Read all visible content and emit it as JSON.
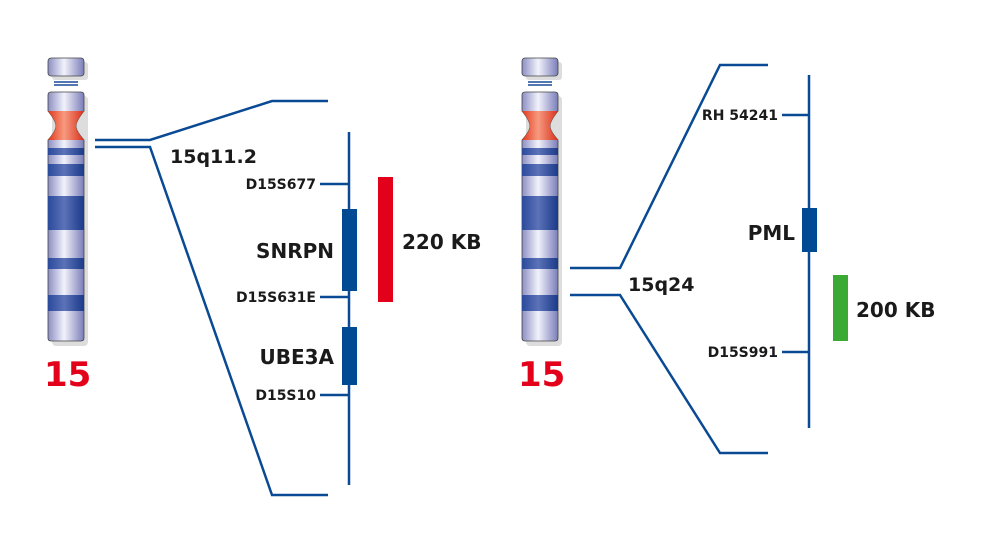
{
  "colors": {
    "line": "#0a4a94",
    "gene_box": "#004a94",
    "red_bar": "#e2001a",
    "green_bar": "#3aaa35",
    "chromosome_number": "#e2001a"
  },
  "left": {
    "chromosome": "15",
    "band": "15q11.2",
    "markers": [
      "D15S677",
      "D15S631E",
      "D15S10"
    ],
    "genes": [
      "SNRPN",
      "UBE3A"
    ],
    "size": "220 KB"
  },
  "right": {
    "chromosome": "15",
    "band": "15q24",
    "markers": [
      "RH 54241",
      "D15S991"
    ],
    "genes": [
      "PML"
    ],
    "size": "200 KB"
  }
}
